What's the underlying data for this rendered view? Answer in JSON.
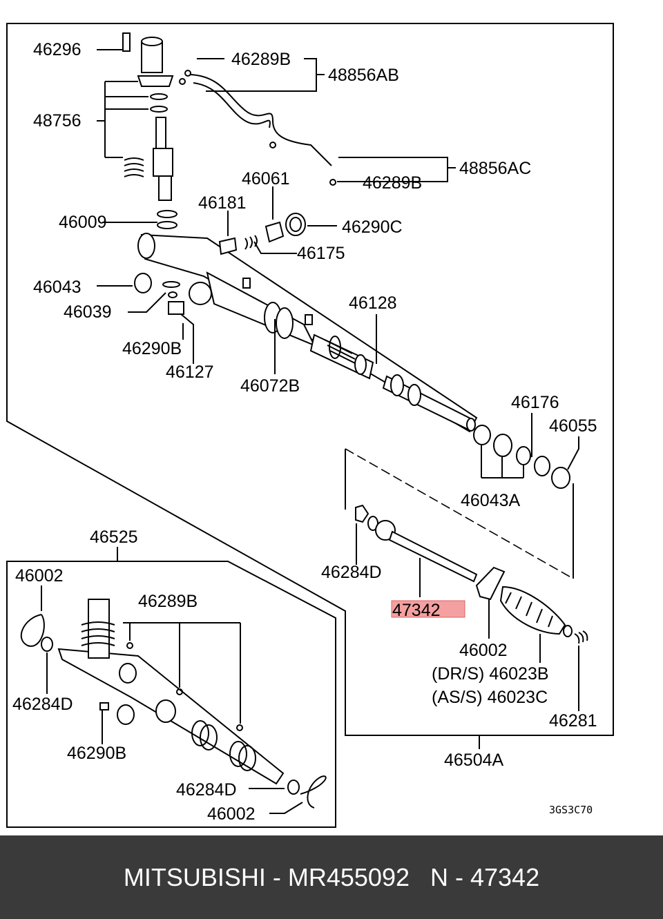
{
  "callouts": {
    "p46296": "46296",
    "p46289b_top": "46289B",
    "p48856ab": "48856AB",
    "p48756": "48756",
    "p46061": "46061",
    "p48856ac": "48856AC",
    "p46289b_mid": "46289B",
    "p46181": "46181",
    "p46009": "46009",
    "p46290c": "46290C",
    "p46175": "46175",
    "p46043": "46043",
    "p46039": "46039",
    "p46128": "46128",
    "p46290b_top": "46290B",
    "p46127": "46127",
    "p46072b": "46072B",
    "p46176": "46176",
    "p46055": "46055",
    "p46043a": "46043A",
    "p46525": "46525",
    "p46002_inset_top": "46002",
    "p46289b_inset": "46289B",
    "p46284d_right": "46284D",
    "p47342": "47342",
    "p46284d_inset": "46284D",
    "p46002_right": "46002",
    "p46023b": "(DR/S) 46023B",
    "p46023c": "(AS/S) 46023C",
    "p46281": "46281",
    "p46290b_inset": "46290B",
    "p46504a": "46504A",
    "p46284d_inset_bottom": "46284D",
    "p46002_inset_bottom": "46002",
    "drawing_code": "3GS3C70"
  },
  "highlight_color": "#f4a0a0",
  "footer": {
    "text": "MITSUBISHI - MR455092   N - 47342",
    "background": "#3a3a3a",
    "color": "#ffffff"
  }
}
